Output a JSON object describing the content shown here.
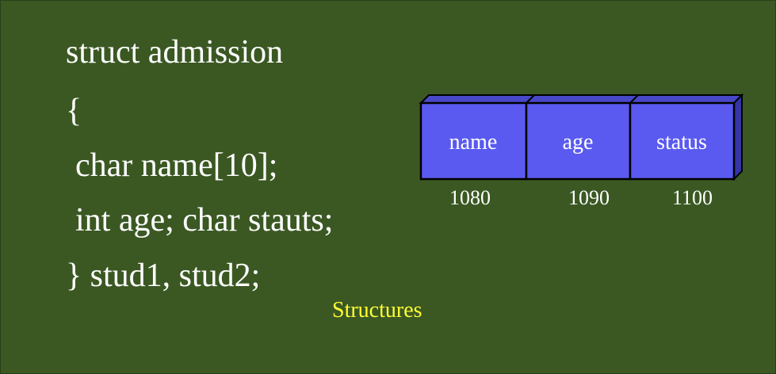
{
  "code": {
    "line1": "struct admission",
    "line2": "{",
    "line3": "char name[10];",
    "line4": "int age; char stauts;",
    "line5": "} stud1, stud2;"
  },
  "memory": {
    "fields": [
      {
        "label": "name",
        "address": "1080"
      },
      {
        "label": "age",
        "address": "1090"
      },
      {
        "label": "status",
        "address": "1100"
      }
    ],
    "box_color": "#5a5af0",
    "top_color": "#4848c8",
    "side_color": "#3535a8"
  },
  "caption": "Structures",
  "colors": {
    "background": "#3b5823",
    "code_text": "#ffffff",
    "caption_text": "#ffff33"
  }
}
